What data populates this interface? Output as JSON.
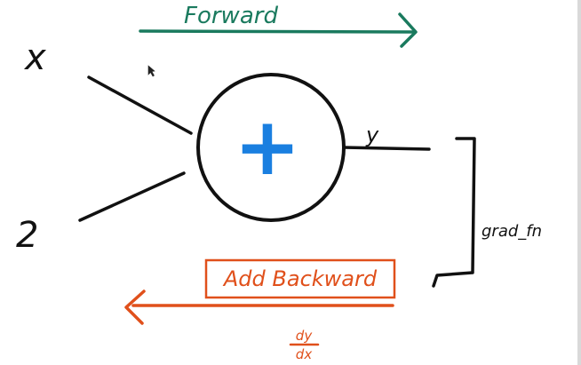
{
  "diagram": {
    "forward_label": "Forward",
    "input_x": "x",
    "input_2": "2",
    "operator_symbol": "+",
    "output_label": "y",
    "grad_fn_label": "grad_fn",
    "backward_label": "Add Backward",
    "derivative_numerator": "dy",
    "derivative_denominator": "dx"
  },
  "colors": {
    "forward": "#1a7a5e",
    "operator": "#1a7fe0",
    "backward": "#e0501b",
    "ink": "#111111"
  }
}
